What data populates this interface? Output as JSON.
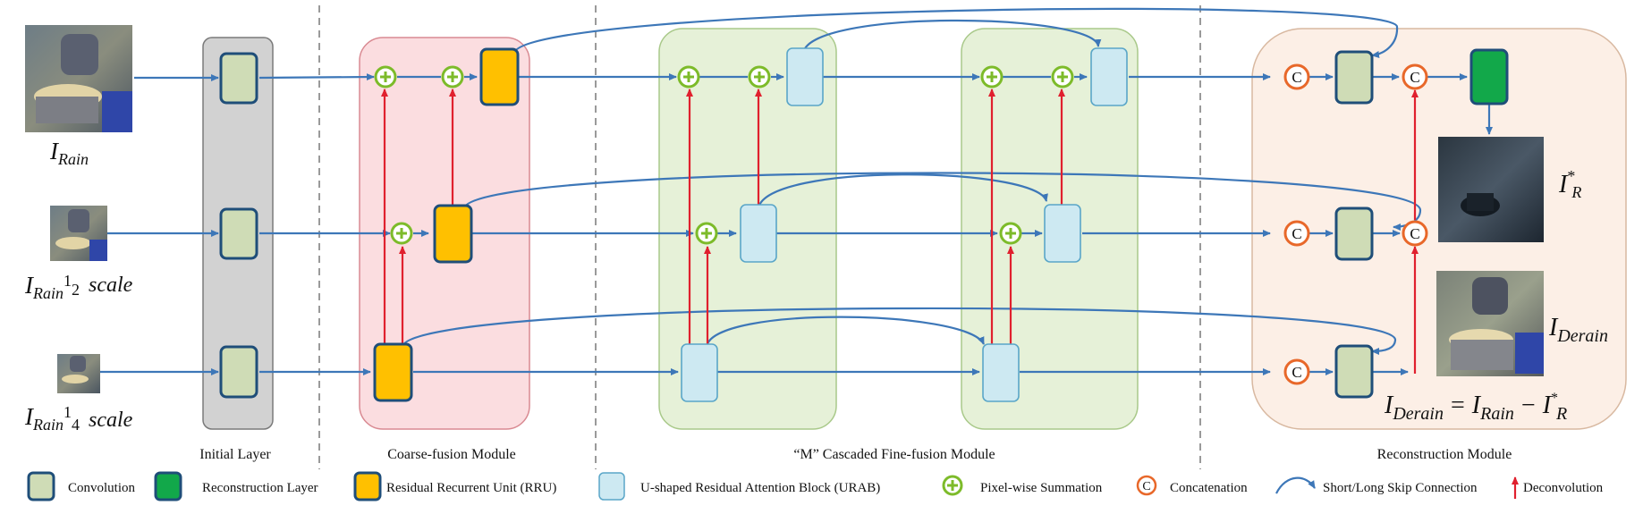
{
  "modules": {
    "initial_layer": "Initial Layer",
    "coarse_fusion": "Coarse-fusion Module",
    "fine_fusion": "“M” Cascaded Fine-fusion Module",
    "reconstruction": "Reconstruction Module"
  },
  "inputs": {
    "rain_base": "I",
    "rain_sub": "Rain",
    "half_sup": "1",
    "half_sub": "2",
    "quarter_sup": "1",
    "quarter_sub": "4",
    "scale_word": "scale"
  },
  "outputs": {
    "residual_base": "I",
    "residual_sup": "*",
    "residual_sub": "R",
    "derain_base": "I",
    "derain_sub": "Derain",
    "eq_lhs_sub": "Derain",
    "eq_equals": "=",
    "eq_minus": "−"
  },
  "concat_symbol": "C",
  "legend": {
    "convolution": "Convolution",
    "reconstruction_layer": "Reconstruction Layer",
    "rru": "Residual Recurrent Unit (RRU)",
    "urab": "U-shaped  Residual Attention Block (URAB)",
    "pixel_sum": "Pixel-wise Summation",
    "concat": "Concatenation",
    "skip": "Short/Long Skip Connection",
    "deconv": "Deconvolution"
  },
  "colors": {
    "conv_fill": "#cfdcb6",
    "border_blue": "#1f4e79",
    "rru_fill": "#ffc000",
    "urab_fill": "#cde9f2",
    "recon_fill": "#12a84a",
    "arrow_blue": "#3d77b8",
    "arrow_red": "#e0202e",
    "sum_green": "#7dbb2a",
    "concat_orange": "#e8682a",
    "initial_bg": "#d2d2d2",
    "coarse_bg": "#fbdde0",
    "fine_bg": "#e6f1d8",
    "recon_bg": "#fcefe6"
  }
}
